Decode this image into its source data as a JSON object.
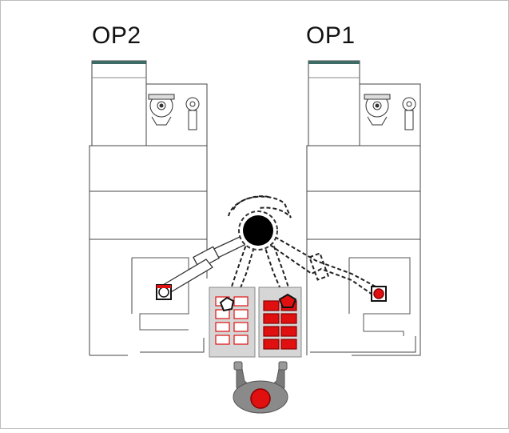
{
  "stations": {
    "left": {
      "label": "OP2"
    },
    "right": {
      "label": "OP1"
    }
  },
  "colors": {
    "line": "#444444",
    "light_line": "#aaaaaa",
    "accent_red": "#e01010",
    "dark_red": "#8a0000",
    "robot_body": "#000000",
    "operator_gray": "#7a7a7a",
    "tray_bg": "#d6d6d6",
    "cap_teal": "#3e6b66"
  },
  "trays": {
    "left": {
      "filled": false,
      "rows": 4,
      "cols": 2
    },
    "right": {
      "filled": true,
      "rows": 4,
      "cols": 2
    }
  }
}
